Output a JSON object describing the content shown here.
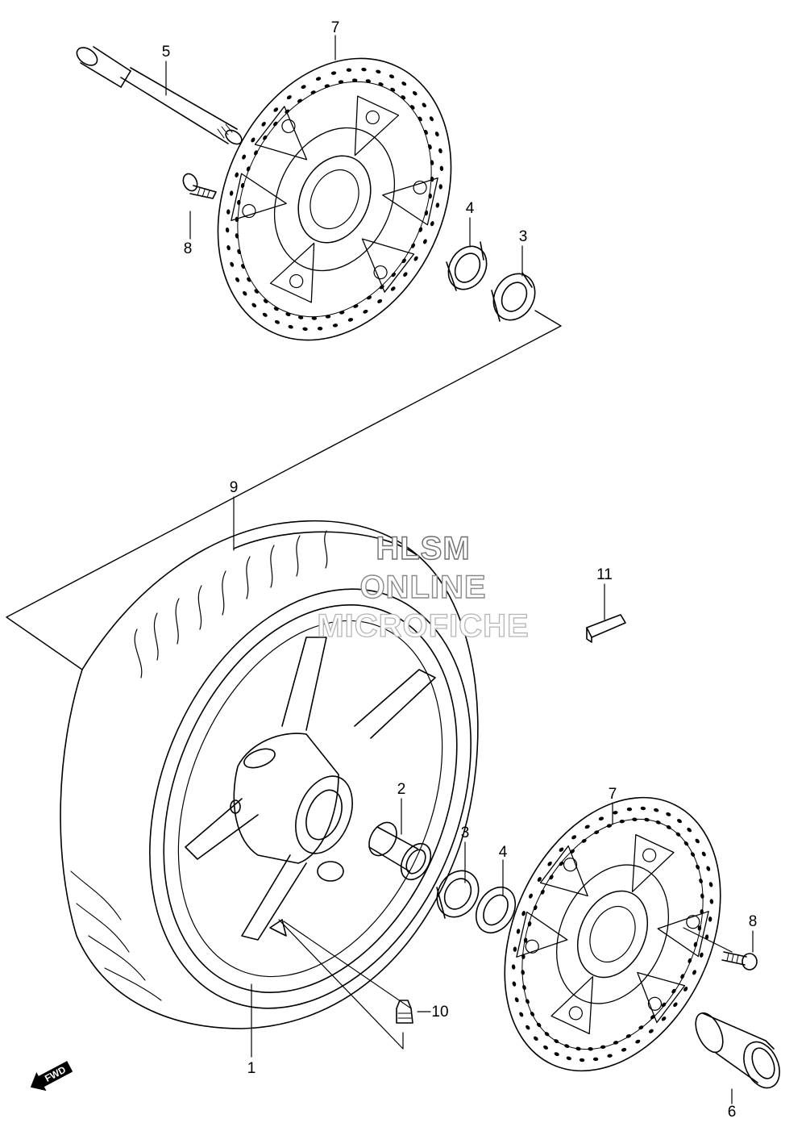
{
  "watermark": {
    "line1": "HLSM",
    "line2": "ONLINE",
    "line3": "MICROFICHE"
  },
  "direction_badge": {
    "label": "FWD",
    "icon": "arrow-icon"
  },
  "callouts": {
    "wheel": "1",
    "spacer": "2",
    "bearing_left": "3",
    "bearing_right": "3",
    "oil_seal_left": "4",
    "oil_seal_right": "4",
    "axle": "5",
    "spacer_right": "6",
    "disc_upper": "7",
    "disc_lower": "7",
    "bolt_upper": "8",
    "bolt_lower": "8",
    "tire": "9",
    "valve": "10",
    "balancer": "11"
  }
}
